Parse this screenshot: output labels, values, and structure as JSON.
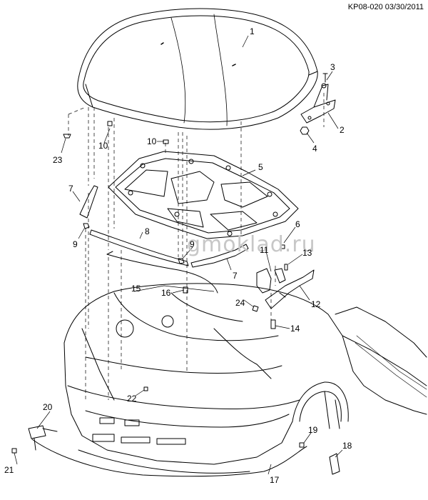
{
  "header": {
    "reference": "KP08-020 03/30/2011"
  },
  "watermark": "gmoklad.ru",
  "callouts": [
    "1",
    "2",
    "3",
    "4",
    "5",
    "6",
    "7",
    "7",
    "8",
    "9",
    "9",
    "10",
    "10",
    "11",
    "12",
    "13",
    "14",
    "15",
    "16",
    "17",
    "18",
    "19",
    "20",
    "21",
    "22",
    "23",
    "24"
  ]
}
